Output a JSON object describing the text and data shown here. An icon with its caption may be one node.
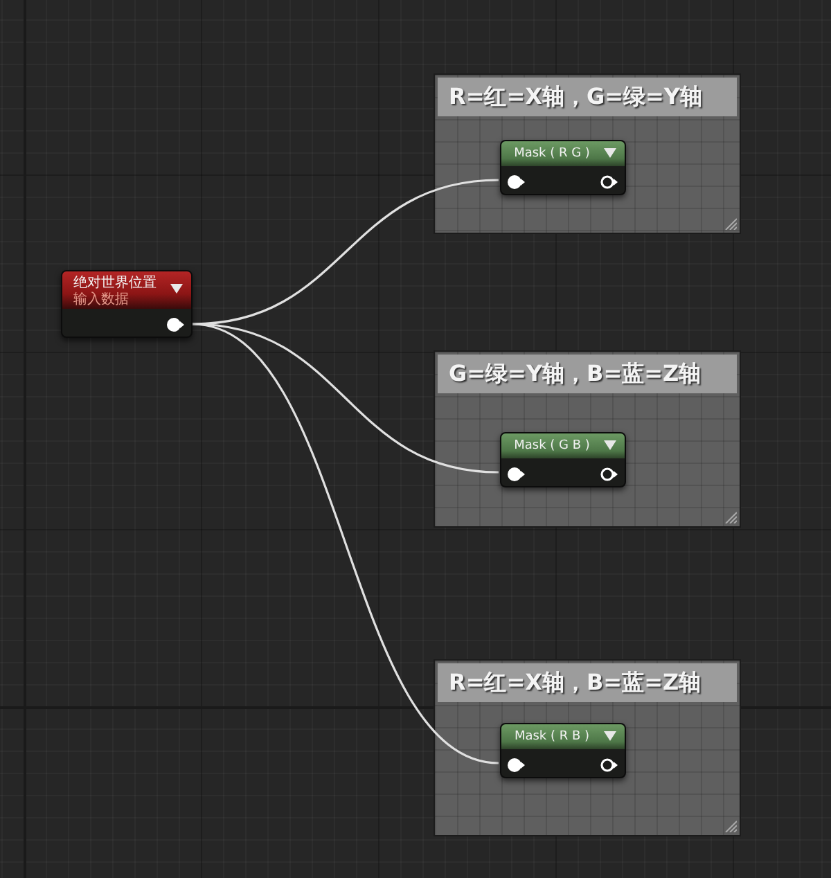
{
  "diagram": {
    "nodes": [
      {
        "text": [
          "绝对世界位置",
          "输入数据"
        ]
      },
      {
        "text": [
          "R=红=X轴，G=绿=Y轴"
        ]
      },
      {
        "text": [
          "Mask ( R G )"
        ],
        "in": 1
      },
      {
        "text": [
          "G=绿=Y轴，B=蓝=Z轴"
        ]
      },
      {
        "text": [
          "Mask ( G B )"
        ],
        "in": 3
      },
      {
        "text": [
          "R=红=X轴，B=蓝=Z轴"
        ]
      },
      {
        "text": [
          "Mask ( R B )"
        ],
        "in": 5
      }
    ],
    "edges": [
      {
        "from": 0,
        "to": 2,
        "arrow": "none"
      },
      {
        "from": 0,
        "to": 4,
        "arrow": "none"
      },
      {
        "from": 0,
        "to": 6,
        "arrow": "none"
      }
    ]
  }
}
